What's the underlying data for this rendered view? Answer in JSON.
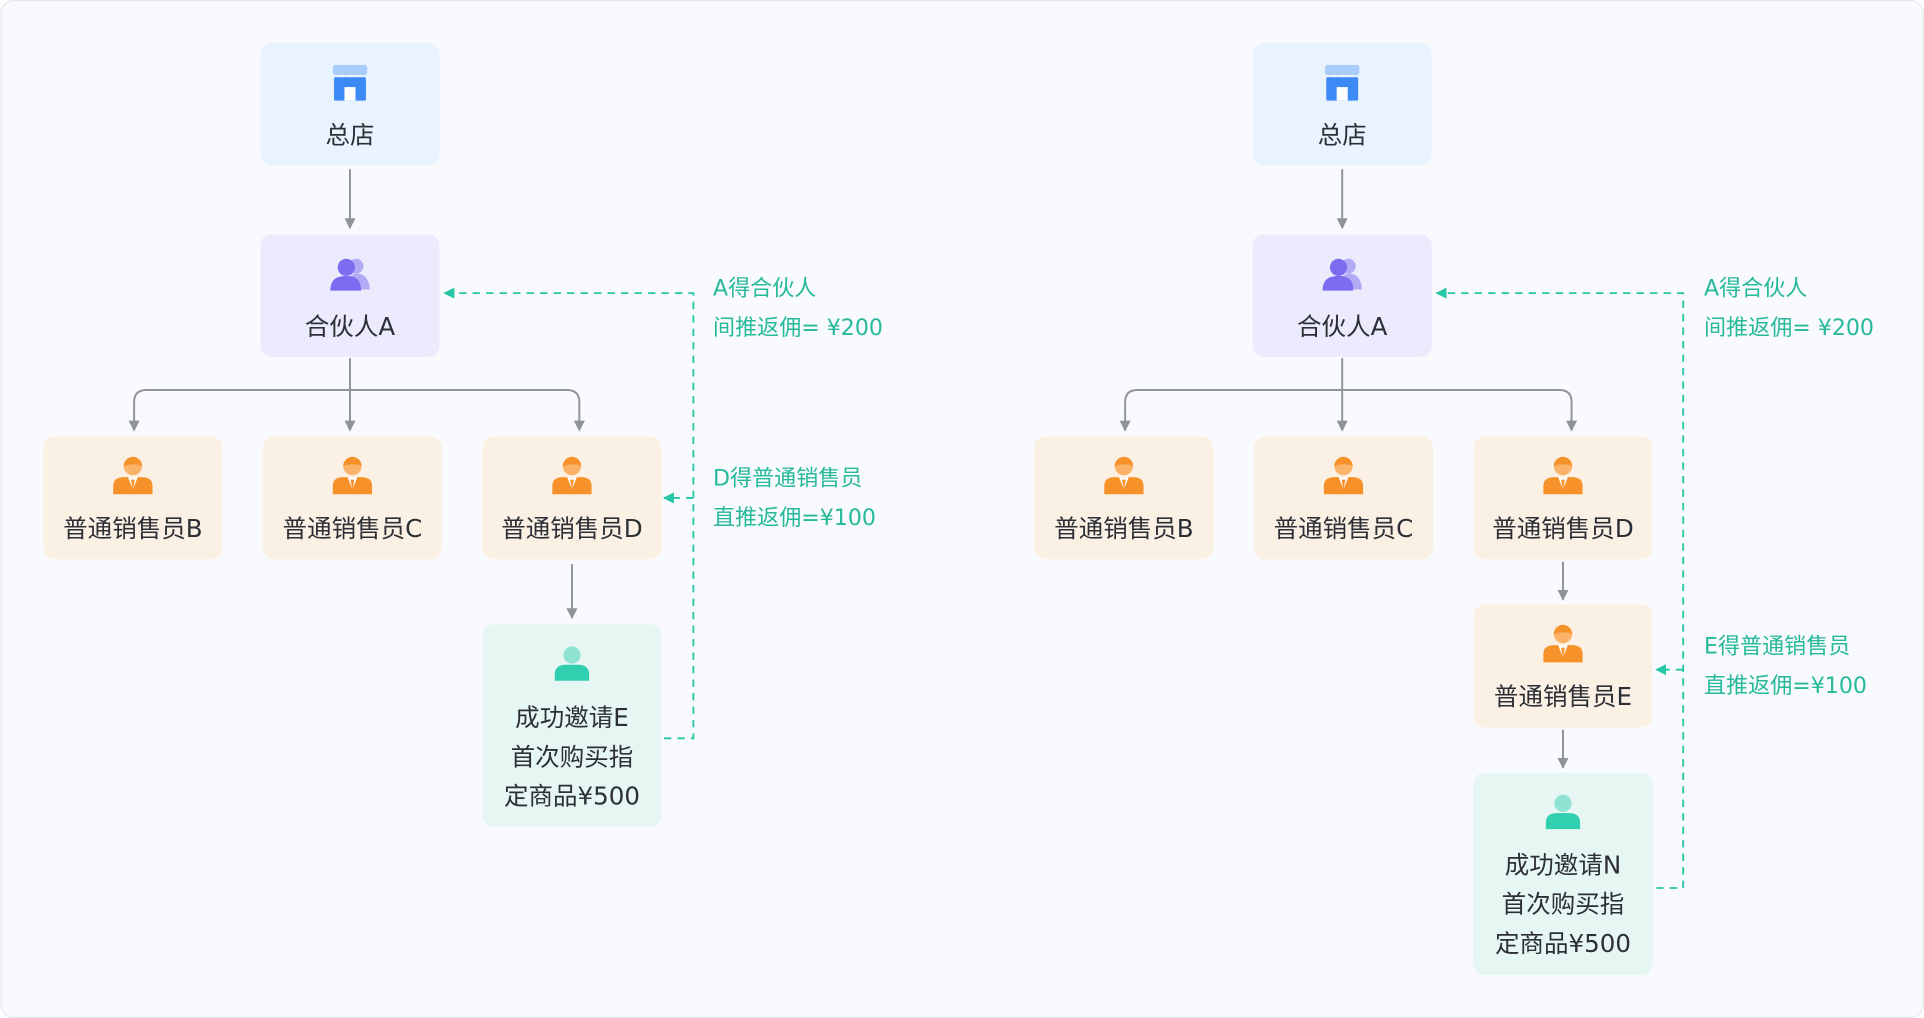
{
  "colors": {
    "background": "#f9fafd",
    "frame_border": "#e6e8ee",
    "store_fill": "#e8f3fe",
    "partner_fill": "#ecebfd",
    "sales_fill": "#fbf0e4",
    "customer_fill": "#e6f6f3",
    "arrow": "#909399",
    "dashed": "#26c6a6",
    "text": "#2c2f36",
    "annotation": "#26b99a",
    "store_icon": "#3d8af7",
    "partner_icon": "#7b6cf0",
    "sales_icon": "#f7922a",
    "customer_icon": "#2fcfb0"
  },
  "icons": {
    "store": "store-icon",
    "partner": "partner-icon",
    "sales": "salesperson-icon",
    "customer": "customer-icon"
  },
  "left": {
    "store": "总店",
    "partner": "合伙人A",
    "sales_b": "普通销售员B",
    "sales_c": "普通销售员C",
    "sales_d": "普通销售员D",
    "customer": [
      "成功邀请E",
      "首次购买指",
      "定商品¥500"
    ],
    "note_partner": [
      "A得合伙人",
      "间推返佣= ¥200"
    ],
    "note_sales": [
      "D得普通销售员",
      "直推返佣=¥100"
    ]
  },
  "right": {
    "store": "总店",
    "partner": "合伙人A",
    "sales_b": "普通销售员B",
    "sales_c": "普通销售员C",
    "sales_d": "普通销售员D",
    "sales_e": "普通销售员E",
    "customer": [
      "成功邀请N",
      "首次购买指",
      "定商品¥500"
    ],
    "note_partner": [
      "A得合伙人",
      "间推返佣= ¥200"
    ],
    "note_sales": [
      "E得普通销售员",
      "直推返佣=¥100"
    ]
  }
}
